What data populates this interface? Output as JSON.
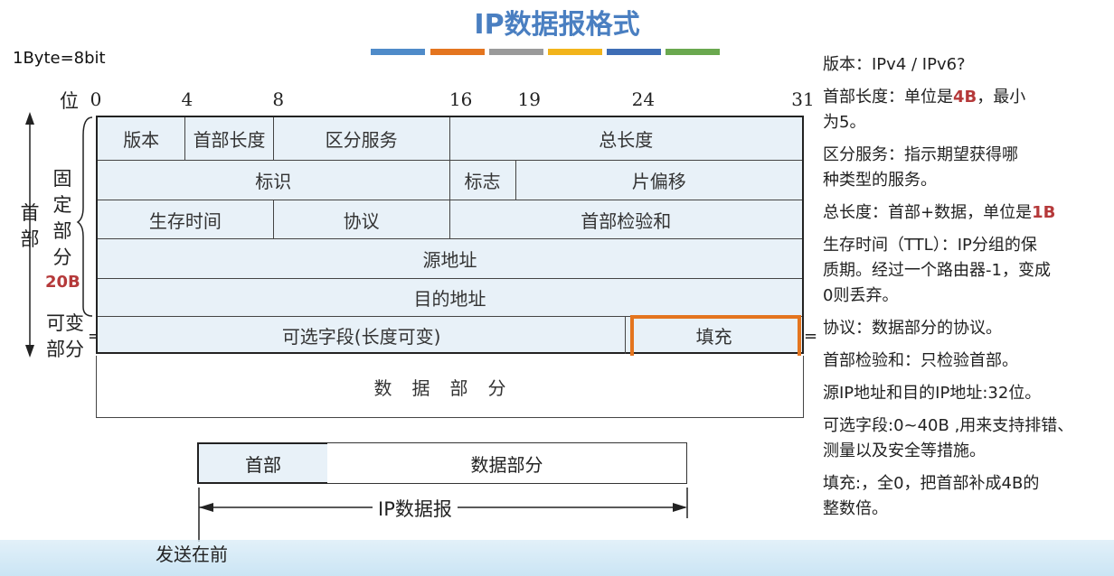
{
  "title": "IP数据报格式",
  "byte_note": "1Byte=8bit",
  "color_bars": [
    "#4f8bc9",
    "#e4751f",
    "#9a9a9a",
    "#f2b41b",
    "#3e6db5",
    "#6aa84f"
  ],
  "bit_axis": {
    "word": "位",
    "ticks": [
      "0",
      "4",
      "8",
      "16",
      "19",
      "24",
      "31"
    ]
  },
  "header_rows": [
    [
      "版本",
      "首部长度",
      "区分服务",
      "总长度"
    ],
    [
      "标识",
      "标志",
      "片偏移"
    ],
    [
      "生存时间",
      "协议",
      "首部检验和"
    ],
    [
      "源地址"
    ],
    [
      "目的地址"
    ],
    [
      "可选字段(长度可变)",
      "填充"
    ]
  ],
  "data_section": "数据部分",
  "side_labels": {
    "header": "首部",
    "fixed_part": "固定部分",
    "fixed_size": "20B",
    "variable_part": "可变部分"
  },
  "packet": {
    "header": "首部",
    "data": "数据部分",
    "label": "IP数据报",
    "send_first": "发送在前"
  },
  "notes": [
    {
      "parts": [
        "版本：IPv4 / IPv6?"
      ]
    },
    {
      "parts": [
        "首部长度：单位是",
        "4B",
        "，最小"
      ],
      "hl": 1,
      "cont": "为5。"
    },
    {
      "parts": [
        "区分服务：指示期望获得哪"
      ],
      "cont": "种类型的服务。"
    },
    {
      "parts": [
        "总长度：首部+数据，单位是",
        "1B"
      ],
      "hl": 1
    },
    {
      "parts": [
        "生存时间（TTL）：IP分组的保"
      ],
      "cont": "质期。经过一个路由器-1，变成",
      "cont2": "0则丢弃。"
    },
    {
      "parts": [
        "协议：数据部分的协议。"
      ]
    },
    {
      "parts": [
        "首部检验和：只检验首部。"
      ]
    },
    {
      "parts": [
        "源IP地址和目的IP地址:32位。"
      ]
    },
    {
      "parts": [
        "可选字段:0~40B ,用来支持排错、"
      ],
      "cont": "测量以及安全等措施。"
    },
    {
      "parts": [
        "填充:，全0，把首部补成4B的"
      ],
      "cont": "整数倍。"
    }
  ]
}
